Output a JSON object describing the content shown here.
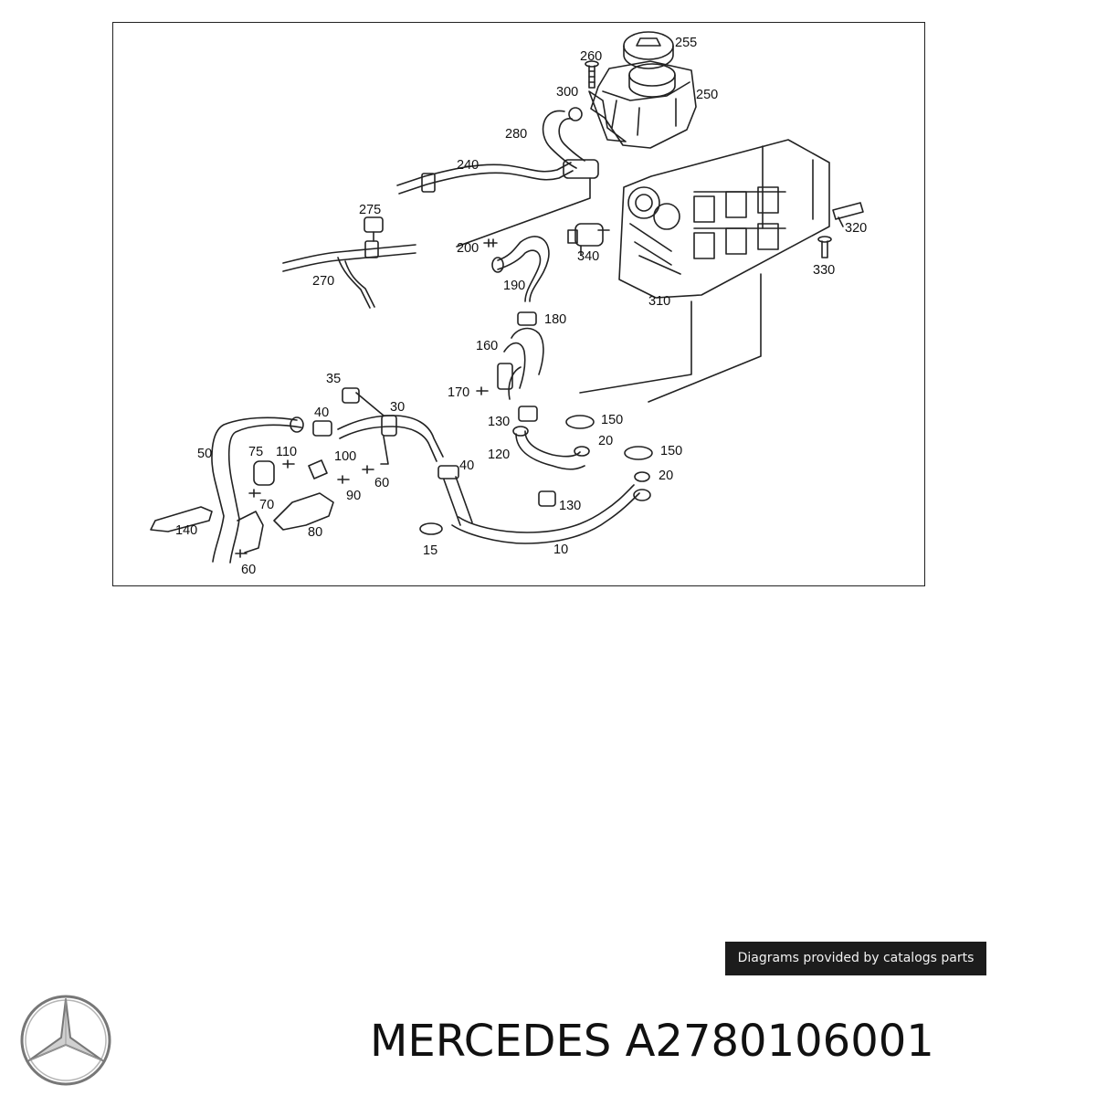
{
  "diagram": {
    "callouts": [
      "255",
      "260",
      "250",
      "300",
      "280",
      "240",
      "275",
      "200",
      "340",
      "320",
      "270",
      "190",
      "330",
      "310",
      "180",
      "160",
      "35",
      "170",
      "30",
      "40",
      "130",
      "150",
      "20",
      "50",
      "75",
      "110",
      "100",
      "120",
      "60",
      "90",
      "70",
      "80",
      "140",
      "15",
      "10"
    ]
  },
  "watermark": {
    "text": "Diagrams provided by catalogs parts"
  },
  "footer": {
    "brand": "MERCEDES",
    "part_number": "A2780106001",
    "logo_icon": "mercedes-star-icon"
  }
}
